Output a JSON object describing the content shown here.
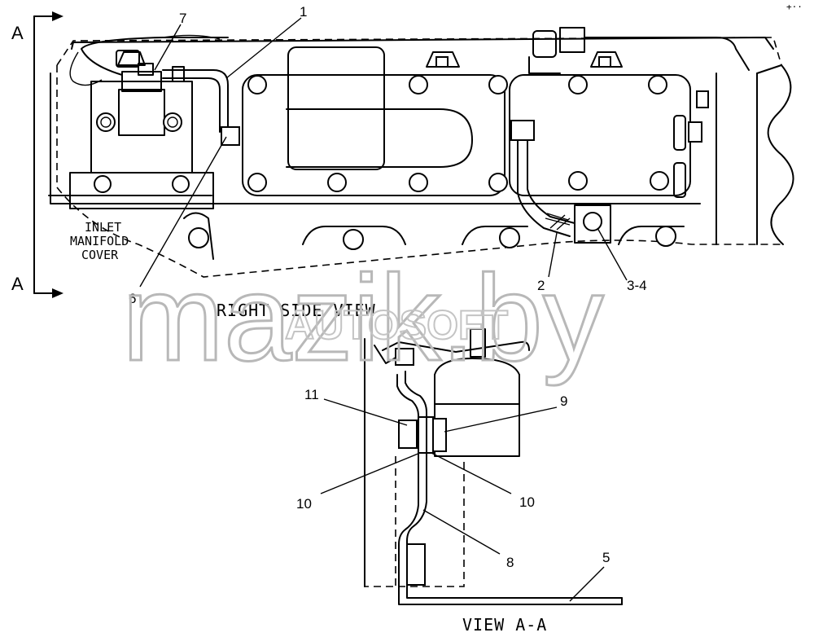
{
  "view_label_a_top": "A",
  "view_label_a_bottom": "A",
  "inlet_label": [
    "INLET",
    "MANIFOLD",
    "COVER"
  ],
  "right_side_view": "RIGHT SIDE VIEW",
  "view_aa": "VIEW A-A",
  "callouts": {
    "c1": "1",
    "c2": "2",
    "c34": "3-4",
    "c5": "5",
    "c6": "6",
    "c7": "7",
    "c8": "8",
    "c9": "9",
    "c10a": "10",
    "c10b": "10",
    "c11": "11"
  },
  "watermark_main": "mazik.by",
  "watermark_sub": "AUTOSOFT",
  "corner_mark": "+··"
}
